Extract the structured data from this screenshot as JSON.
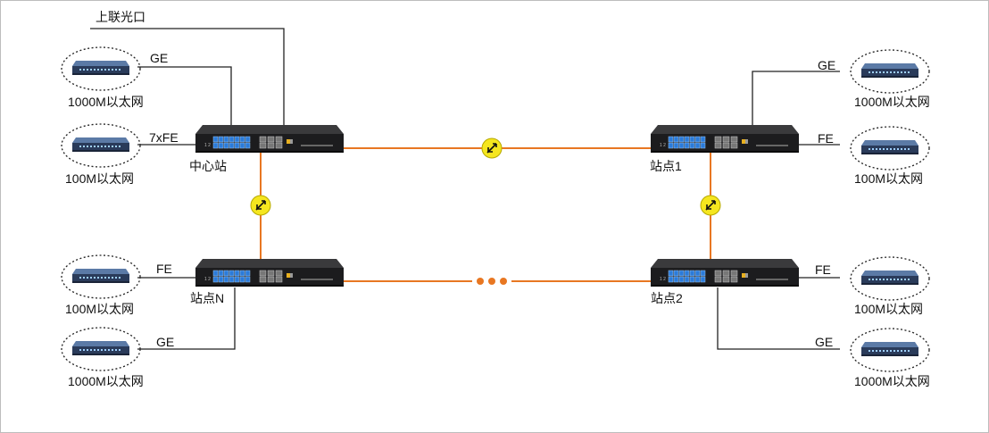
{
  "colors": {
    "fiber": "#e87722",
    "copper": "#222222",
    "badge": "#f5e61f",
    "device": "#1c1c1e",
    "port": "#2b7bd9"
  },
  "labels": {
    "uplink": "上联光口",
    "central_ge": "GE",
    "central_fe": "7xFE",
    "central_name": "中心站",
    "central_lan_ge": "1000M以太网",
    "central_lan_fe": "100M以太网",
    "s1_ge": "GE",
    "s1_fe": "FE",
    "s1_name": "站点1",
    "s1_lan_ge": "1000M以太网",
    "s1_lan_fe": "100M以太网",
    "sn_fe": "FE",
    "sn_ge": "GE",
    "sn_name": "站点N",
    "sn_lan_fe": "100M以太网",
    "sn_lan_ge": "1000M以太网",
    "s2_fe": "FE",
    "s2_ge": "GE",
    "s2_name": "站点2",
    "s2_lan_fe": "100M以太网",
    "s2_lan_ge": "1000M以太网"
  },
  "icons": [
    "bidirectional-arrow-icon",
    "ellipsis-icon",
    "ethernet-switch-icon",
    "fiber-multiplexer-icon"
  ]
}
